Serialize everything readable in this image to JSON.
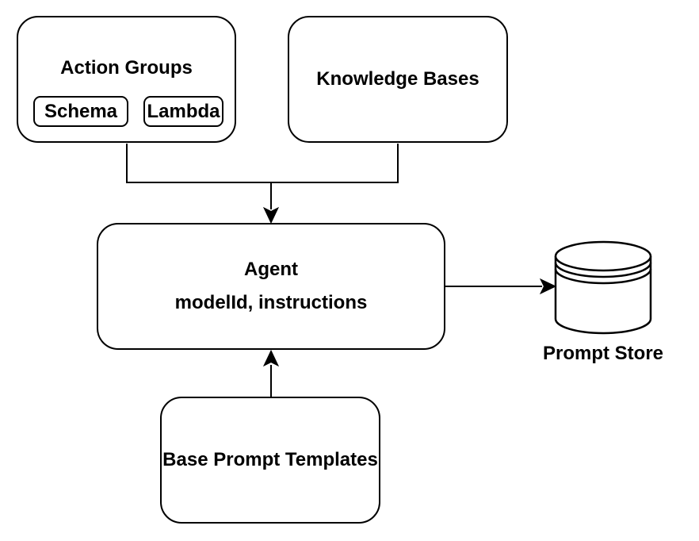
{
  "canvas": {
    "background_color": "#ffffff",
    "stroke_color": "#000000",
    "text_color": "#000000"
  },
  "nodes": {
    "action_groups": {
      "label": "Action Groups",
      "shape": "rounded-rectangle",
      "children": {
        "schema": {
          "label": "Schema",
          "shape": "rounded-rectangle"
        },
        "lambda": {
          "label": "Lambda",
          "shape": "rounded-rectangle"
        }
      }
    },
    "knowledge_bases": {
      "label": "Knowledge Bases",
      "shape": "rounded-rectangle"
    },
    "agent": {
      "label": "Agent",
      "sublabel": "modelId, instructions",
      "shape": "rounded-rectangle"
    },
    "base_prompt_templates": {
      "label": "Base Prompt Templates",
      "shape": "rounded-rectangle"
    },
    "prompt_store": {
      "label": "Prompt Store",
      "shape": "database-cylinder"
    }
  },
  "edges": [
    {
      "from": "action_groups",
      "to": "agent",
      "style": "orthogonal",
      "arrowhead": "filled-triangle-down"
    },
    {
      "from": "knowledge_bases",
      "to": "agent",
      "style": "orthogonal",
      "arrowhead": "filled-triangle-down"
    },
    {
      "from": "agent",
      "to": "prompt_store",
      "style": "straight",
      "arrowhead": "filled-triangle-right"
    },
    {
      "from": "base_prompt_templates",
      "to": "agent",
      "style": "straight",
      "arrowhead": "filled-triangle-up"
    }
  ]
}
